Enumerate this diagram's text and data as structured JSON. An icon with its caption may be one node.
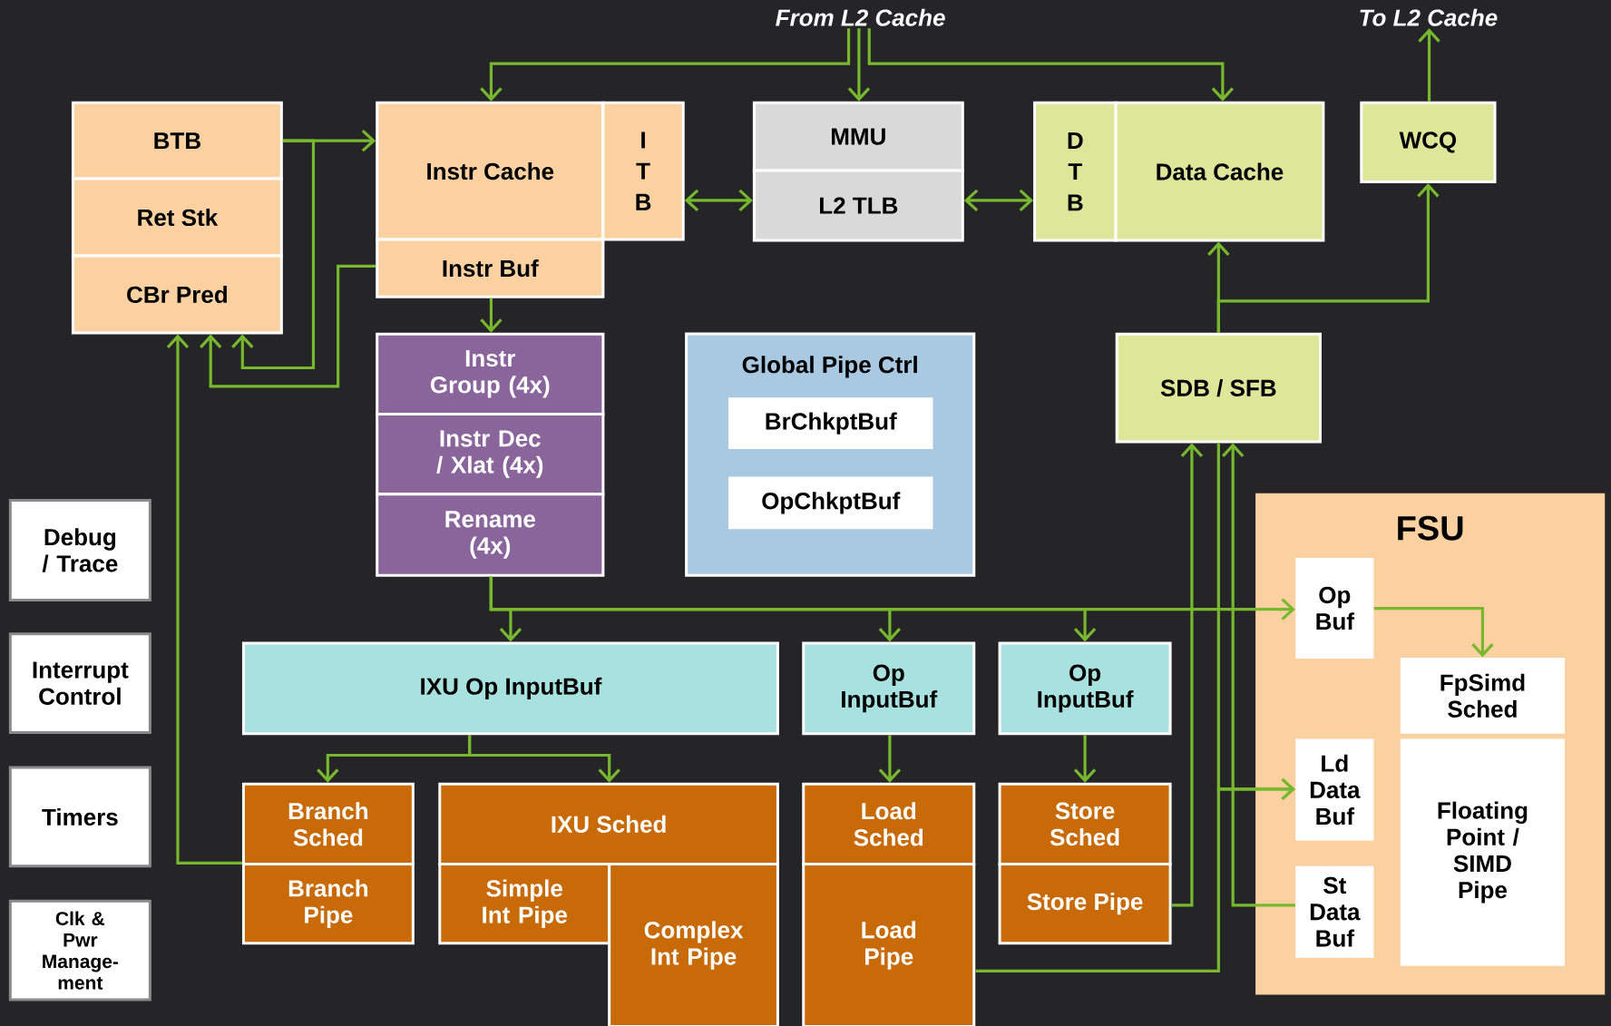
{
  "diagram": {
    "nodes": [
      {
        "text": [
          "From L2 Cache"
        ]
      },
      {
        "text": [
          "To L2 Cache"
        ]
      },
      {
        "text": [
          "BTB"
        ]
      },
      {
        "text": [
          "Ret Stk"
        ]
      },
      {
        "text": [
          "CBr Pred"
        ]
      },
      {
        "text": [
          "Instr Cache"
        ]
      },
      {
        "text": [
          "I T B"
        ]
      },
      {
        "text": [
          "Instr Buf"
        ]
      },
      {
        "text": [
          "MMU"
        ]
      },
      {
        "text": [
          "L2 TLB"
        ]
      },
      {
        "text": [
          "D T B"
        ]
      },
      {
        "text": [
          "Data Cache"
        ]
      },
      {
        "text": [
          "WCQ"
        ]
      },
      {
        "text": [
          "Instr Group (4x)"
        ]
      },
      {
        "text": [
          "Instr Dec / Xlat (4x)"
        ]
      },
      {
        "text": [
          "Rename (4x)"
        ]
      },
      {
        "text": [
          "Global Pipe Ctrl"
        ]
      },
      {
        "text": [
          "BrChkptBuf"
        ],
        "in": 16
      },
      {
        "text": [
          "OpChkptBuf"
        ],
        "in": 16
      },
      {
        "text": [
          "SDB / SFB"
        ]
      },
      {
        "text": [
          "Debug / Trace"
        ]
      },
      {
        "text": [
          "FSU"
        ]
      },
      {
        "text": [
          "Op Buf"
        ],
        "in": 21
      },
      {
        "text": [
          "Interrupt Control"
        ]
      },
      {
        "text": [
          "IXU Op InputBuf"
        ]
      },
      {
        "text": [
          "Op InputBuf"
        ]
      },
      {
        "text": [
          "Op InputBuf"
        ]
      },
      {
        "text": [
          "FpSimd Sched"
        ],
        "in": 21
      },
      {
        "text": [
          "Ld Data Buf"
        ],
        "in": 21
      },
      {
        "text": [
          "Timers"
        ]
      },
      {
        "text": [
          "Branch Sched"
        ]
      },
      {
        "text": [
          "IXU Sched"
        ]
      },
      {
        "text": [
          "Load Sched"
        ]
      },
      {
        "text": [
          "Store Sched"
        ]
      },
      {
        "text": [
          "Floating Point / SIMD Pipe"
        ],
        "in": 21
      },
      {
        "text": [
          "Branch Pipe"
        ]
      },
      {
        "text": [
          "Simple Int Pipe"
        ]
      },
      {
        "text": [
          "Complex Int Pipe"
        ]
      },
      {
        "text": [
          "Load Pipe"
        ]
      },
      {
        "text": [
          "Store Pipe"
        ]
      },
      {
        "text": [
          "St Data Buf"
        ],
        "in": 21
      },
      {
        "text": [
          "Clk & Pwr Manage-ment"
        ]
      }
    ],
    "edges": [
      {
        "from": 0,
        "to": 5,
        "arrow": "to"
      },
      {
        "from": 0,
        "to": 8,
        "arrow": "to"
      },
      {
        "from": 0,
        "to": 11,
        "arrow": "to"
      },
      {
        "from": 12,
        "to": 1,
        "arrow": "to"
      },
      {
        "from": 2,
        "to": 5,
        "arrow": "to"
      },
      {
        "from": 2,
        "to": 4,
        "arrow": "to"
      },
      {
        "from": 7,
        "to": 4,
        "arrow": "to"
      },
      {
        "from": 7,
        "to": 13,
        "arrow": "to"
      },
      {
        "from": 6,
        "to": 9,
        "arrow": "both"
      },
      {
        "from": 9,
        "to": 10,
        "arrow": "both"
      },
      {
        "from": 15,
        "to": 24,
        "arrow": "to"
      },
      {
        "from": 15,
        "to": 25,
        "arrow": "to"
      },
      {
        "from": 15,
        "to": 26,
        "arrow": "to"
      },
      {
        "from": 15,
        "to": 22,
        "arrow": "to"
      },
      {
        "from": 24,
        "to": 30,
        "arrow": "to"
      },
      {
        "from": 24,
        "to": 31,
        "arrow": "to"
      },
      {
        "from": 25,
        "to": 32,
        "arrow": "to"
      },
      {
        "from": 26,
        "to": 33,
        "arrow": "to"
      },
      {
        "from": 35,
        "to": 4,
        "arrow": "to"
      },
      {
        "from": 39,
        "to": 19,
        "arrow": "to"
      },
      {
        "from": 38,
        "to": 28,
        "arrow": "to"
      },
      {
        "from": 19,
        "to": 28,
        "arrow": "to"
      },
      {
        "from": 40,
        "to": 19,
        "arrow": "to"
      },
      {
        "from": 19,
        "to": 11,
        "arrow": "to"
      },
      {
        "from": 19,
        "to": 12,
        "arrow": "to"
      },
      {
        "from": 22,
        "to": 27,
        "arrow": "to"
      }
    ]
  }
}
